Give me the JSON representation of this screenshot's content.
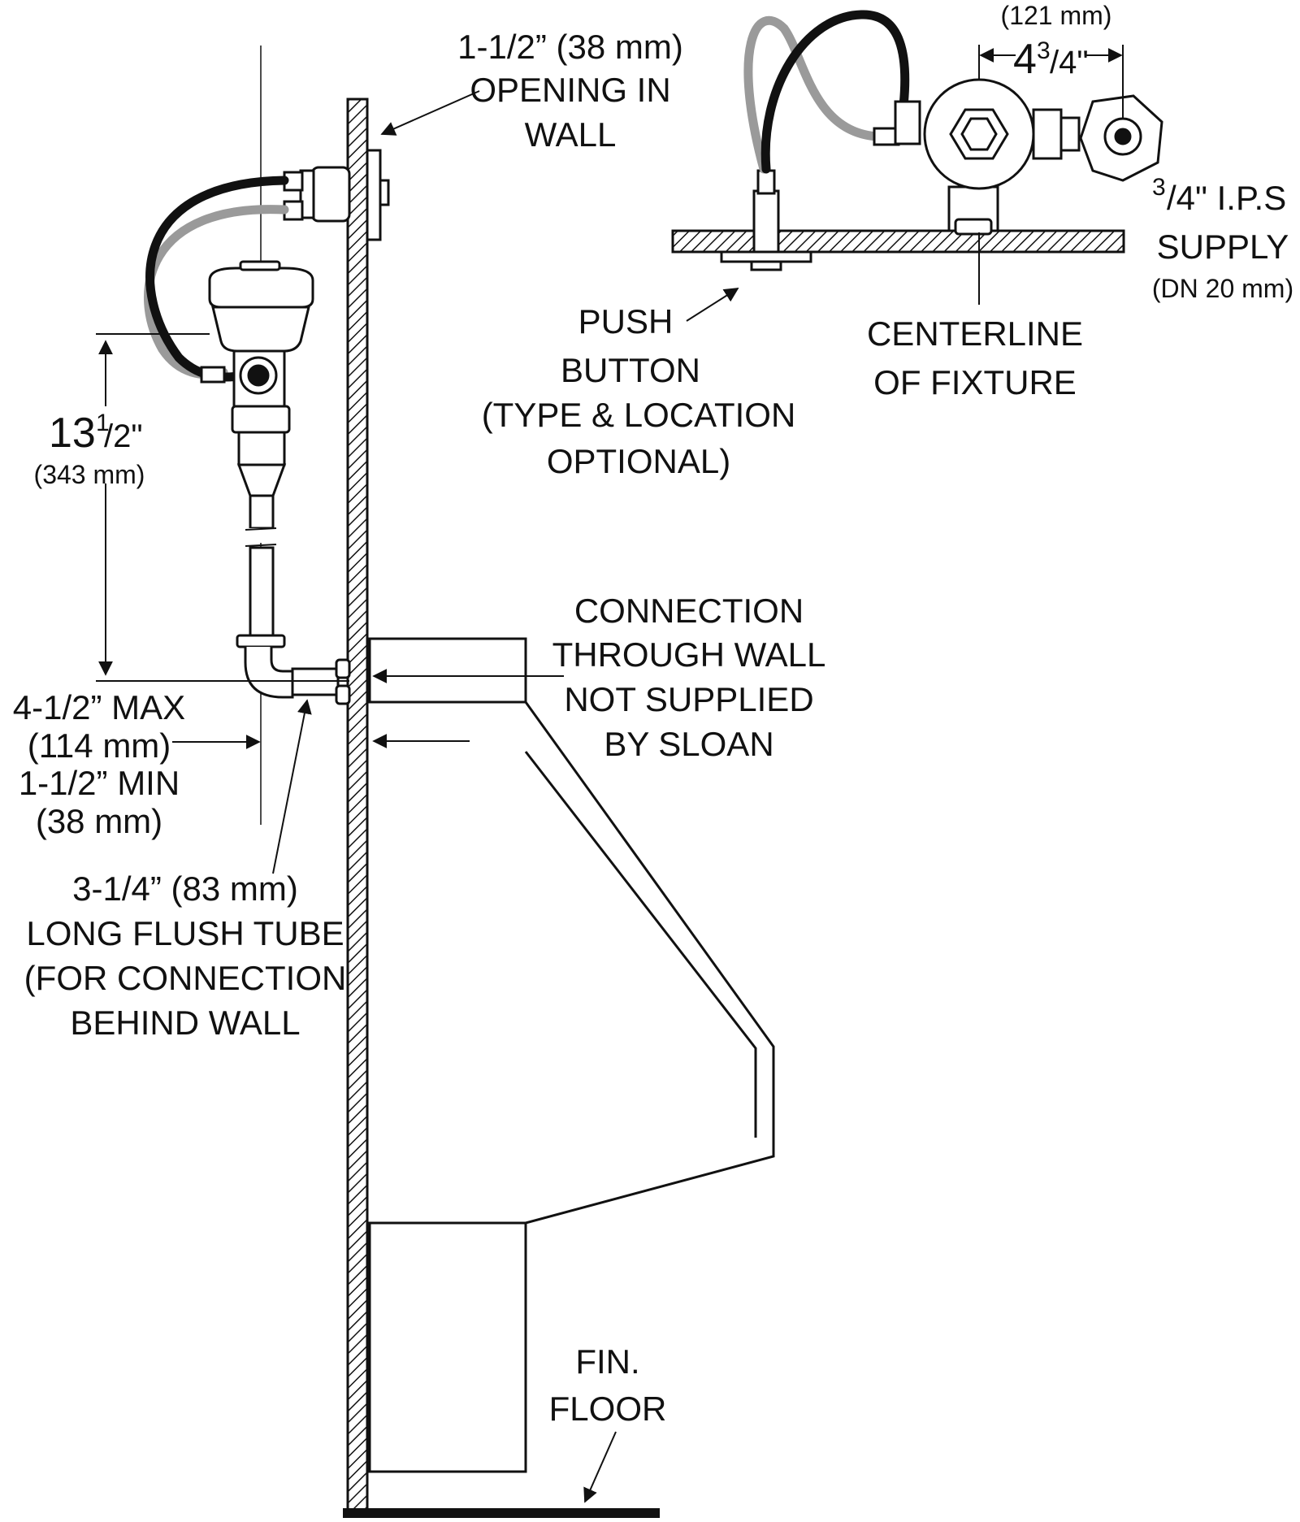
{
  "labels": {
    "wall_opening": [
      "1-1/2” (38 mm)",
      "OPENING IN",
      "WALL"
    ],
    "dim_width_mm": "(121 mm)",
    "dim_width_whole": "4",
    "dim_width_num": "3",
    "dim_width_den": "/4\"",
    "supply_num": "3",
    "supply_rest": "/4\"  I.P.S",
    "supply_line2": "SUPPLY",
    "supply_line3": "(DN  20 mm)",
    "push_button": [
      "PUSH",
      "BUTTON",
      "(TYPE & LOCATION",
      "OPTIONAL)"
    ],
    "centerline": [
      "CENTERLINE",
      "OF  FIXTURE"
    ],
    "height_whole": "13",
    "height_num": "1",
    "height_den": "/2\"",
    "height_mm": "(343 mm)",
    "connection": [
      "CONNECTION",
      "THROUGH WALL",
      "NOT SUPPLIED",
      "BY SLOAN"
    ],
    "offset": [
      "4-1/2” MAX",
      "(114 mm)",
      "1-1/2” MIN",
      "(38 mm)"
    ],
    "flush_tube": [
      "3-1/4” (83 mm)",
      "LONG FLUSH TUBE",
      "(FOR CONNECTION",
      "BEHIND WALL"
    ],
    "floor": [
      "FIN.",
      "FLOOR"
    ]
  },
  "colors": {
    "line": "#111111",
    "hose_gray": "#9a9a9a",
    "background": "#ffffff"
  }
}
